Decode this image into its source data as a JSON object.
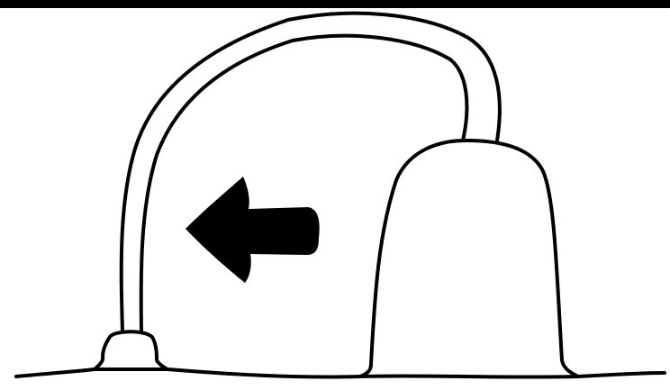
{
  "scene": {
    "background_color": "#ffffff",
    "ink_color": "#000000",
    "elements": [
      {
        "name": "top-border",
        "kind": "frame-border"
      },
      {
        "name": "ground-line",
        "kind": "line"
      },
      {
        "name": "small-dome",
        "kind": "mound"
      },
      {
        "name": "large-dome",
        "kind": "dome"
      },
      {
        "name": "connecting-tube",
        "kind": "tube"
      },
      {
        "name": "left-arrow-icon",
        "kind": "arrow",
        "direction": "left"
      }
    ]
  }
}
